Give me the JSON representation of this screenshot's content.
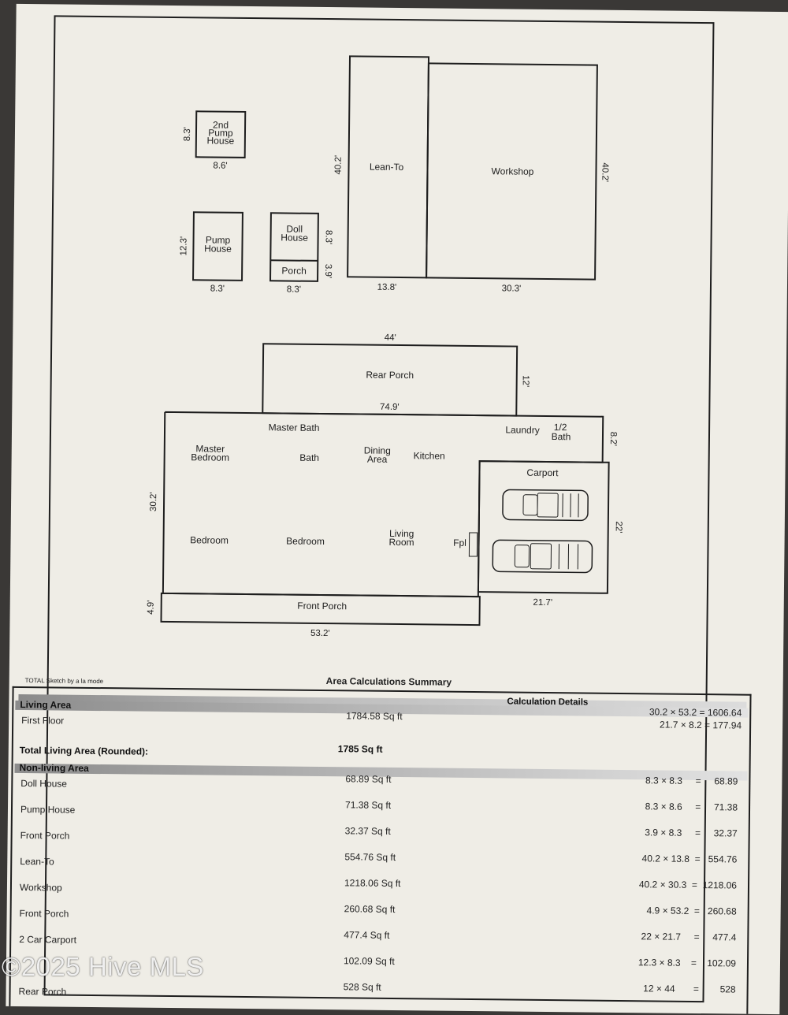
{
  "sketch": {
    "second_pump_house": {
      "label_1": "2nd",
      "label_2": "Pump",
      "label_3": "House",
      "w": "8.6'",
      "h": "8.3'"
    },
    "pump_house": {
      "label_1": "Pump",
      "label_2": "House",
      "w": "8.3'",
      "h": "12.3'"
    },
    "doll_house": {
      "label_1": "Doll",
      "label_2": "House",
      "porch": "Porch",
      "w": "8.3'",
      "h_house": "8.3'",
      "h_porch": "3.9'"
    },
    "lean_to": {
      "label": "Lean-To",
      "w": "13.8'",
      "h": "40.2'"
    },
    "workshop": {
      "label": "Workshop",
      "w": "30.3'",
      "h": "40.2'"
    },
    "rear_porch": {
      "label": "Rear Porch",
      "top": "44'",
      "bottom": "74.9'",
      "h": "12'"
    },
    "house": {
      "master_bath": "Master Bath",
      "master_bedroom_1": "Master",
      "master_bedroom_2": "Bedroom",
      "bath": "Bath",
      "dining_1": "Dining",
      "dining_2": "Area",
      "kitchen": "Kitchen",
      "laundry": "Laundry",
      "half_bath_1": "1/2",
      "half_bath_2": "Bath",
      "bedroom_a": "Bedroom",
      "bedroom_b": "Bedroom",
      "living_1": "Living",
      "living_2": "Room",
      "fpl": "Fpl",
      "carport": "Carport",
      "front_porch": "Front Porch",
      "h": "30.2'",
      "laundry_h": "8.2'",
      "carport_h": "22'",
      "carport_w": "21.7'",
      "porch_h": "4.9'",
      "front_w": "53.2'"
    }
  },
  "summary": {
    "credit": "TOTAL Sketch by a la mode",
    "title": "Area Calculations Summary",
    "calc_header": "Calculation Details",
    "living_header": "Living Area",
    "first_floor": {
      "name": "First Floor",
      "area": "1784.58 Sq ft",
      "calc_1": "30.2 × 53.2  =  1606.64",
      "calc_2": "21.7 × 8.2   =   177.94"
    },
    "total_label": "Total Living Area (Rounded):",
    "total_value": "1785 Sq ft",
    "nonliving_header": "Non-living Area",
    "rows": [
      {
        "name": "Doll House",
        "area": "68.89 Sq ft",
        "calc": "8.3 × 8.3     =     68.89"
      },
      {
        "name": "Pump House",
        "area": "71.38 Sq ft",
        "calc": "8.3 × 8.6     =     71.38"
      },
      {
        "name": "Front Porch",
        "area": "32.37 Sq ft",
        "calc": "3.9 × 8.3     =     32.37"
      },
      {
        "name": "Lean-To",
        "area": "554.76 Sq ft",
        "calc": "40.2 × 13.8  =   554.76"
      },
      {
        "name": "Workshop",
        "area": "1218.06 Sq ft",
        "calc": "40.2 × 30.3  =  1218.06"
      },
      {
        "name": "Front Porch",
        "area": "260.68 Sq ft",
        "calc": "4.9 × 53.2  =   260.68"
      },
      {
        "name": "2 Car Carport",
        "area": "477.4 Sq ft",
        "calc": "22 × 21.7     =     477.4"
      },
      {
        "name": "",
        "area": "102.09 Sq ft",
        "calc": "12.3 × 8.3    =    102.09"
      },
      {
        "name": "Rear Porch",
        "area": "528 Sq ft",
        "calc": "12 × 44       =        528"
      }
    ]
  },
  "watermark": "©2025 Hive MLS"
}
